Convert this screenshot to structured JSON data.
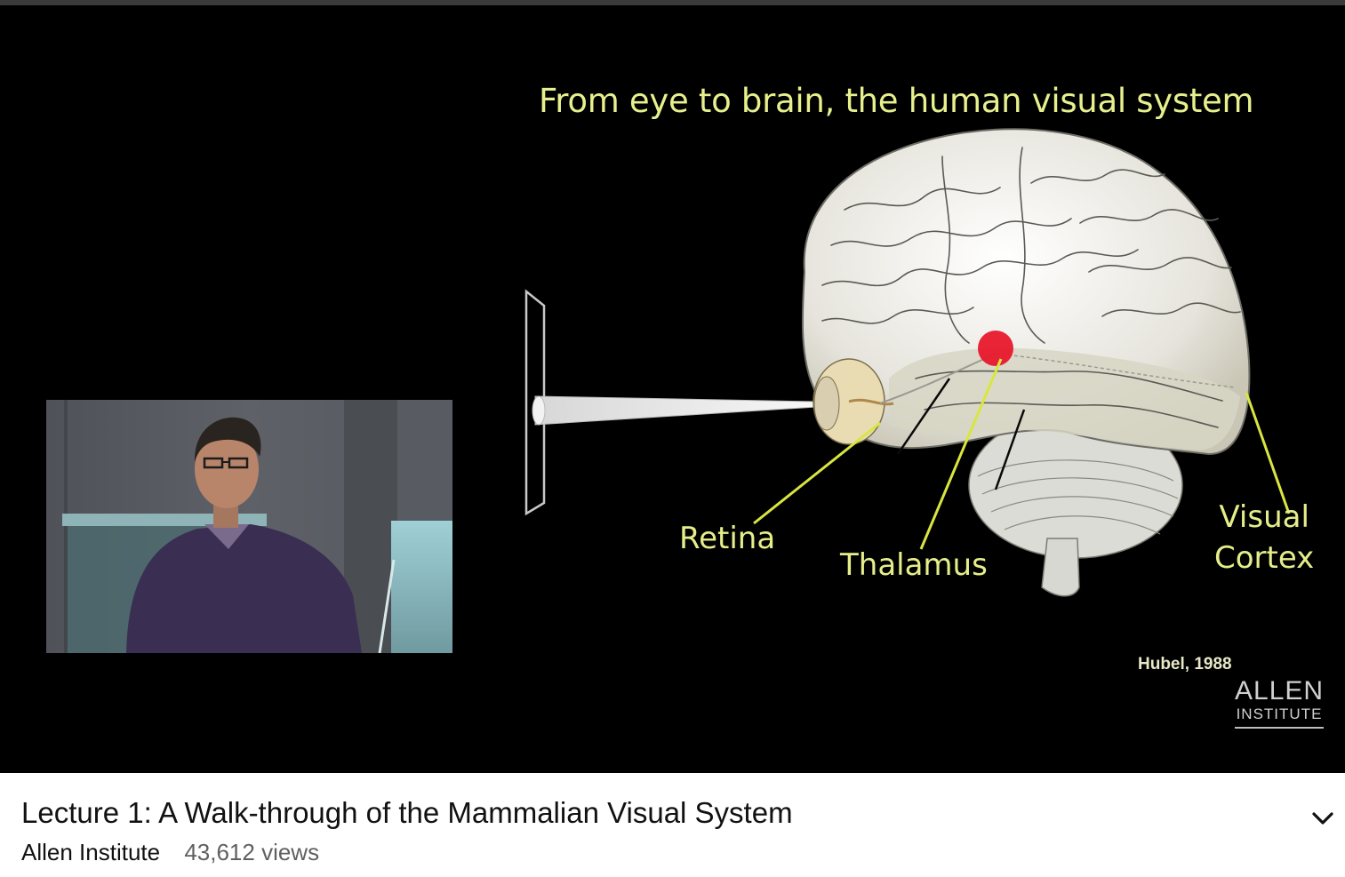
{
  "video_frame": {
    "slide_title": "From eye to brain, the human visual system",
    "labels": {
      "retina": "Retina",
      "thalamus": "Thalamus",
      "visual_cortex_line1": "Visual",
      "visual_cortex_line2": "Cortex"
    },
    "citation": "Hubel, 1988",
    "watermark": {
      "line1": "ALLEN",
      "line2": "INSTITUTE"
    }
  },
  "video_info": {
    "title": "Lecture 1: A Walk-through of the Mammalian Visual System",
    "channel": "Allen Institute",
    "views": "43,612 views",
    "expand_icon": "chevron-down-icon"
  },
  "colors": {
    "slide_text": "#e7f08c",
    "pointer_line": "#d9e63f",
    "highlight": "#e8182c"
  }
}
